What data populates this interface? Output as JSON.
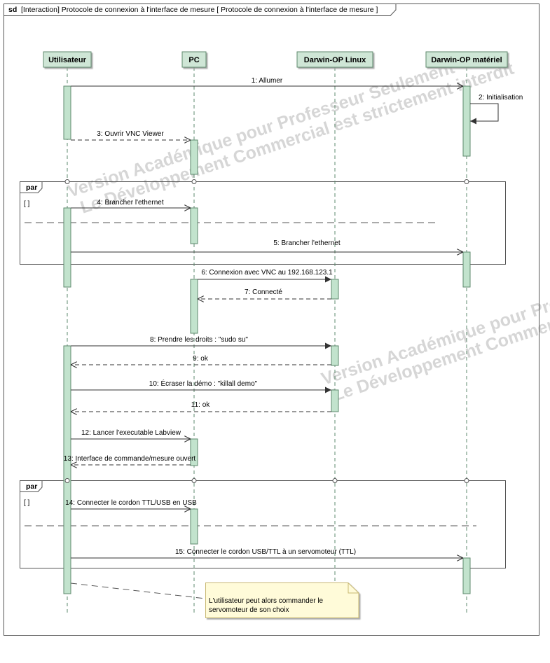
{
  "frame": {
    "kind": "sd",
    "title": "[Interaction]  Protocole de connexion à l'interface de mesure   [ Protocole de connexion à l'interface de mesure   ]"
  },
  "lifelines": [
    "Utilisateur",
    "PC",
    "Darwin-OP Linux",
    "Darwin-OP matériel"
  ],
  "messages": [
    "1: Allumer",
    "2: Initialisation",
    "3: Ouvrir VNC Viewer",
    "4: Brancher l'ethernet",
    "5: Brancher l'ethernet",
    "6: Connexion avec VNC au 192.168.123.1",
    "7: Connecté",
    "8: Prendre les droits : \"sudo su\"",
    "9: ok",
    "10: Écraser la démo : \"killall demo\"",
    "11: ok",
    "12: Lancer l'executable Labview",
    "13: Interface de commande/mesure ouvert",
    "14: Connecter le cordon TTL/USB en USB",
    "15: Connecter le cordon USB/TTL à un servomoteur (TTL)"
  ],
  "fragments": [
    {
      "operator": "par",
      "guard": "[ ]"
    },
    {
      "operator": "par",
      "guard": "[ ]"
    }
  ],
  "note": {
    "line1": "L'utilisateur peut alors commander le",
    "line2": "servomoteur de son choix"
  },
  "watermark": {
    "line1": "Version Académique pour Professeur Seulement",
    "line2": "Le Développement Commercial est strictement interdit",
    "line3": "Version Académique pour Professeur Seulement",
    "line4": "Le Développement Commercial est strictement interdit"
  },
  "colors": {
    "lifeline_fill": "#cfe6d6",
    "lifeline_border": "#5e8a6d",
    "activation_fill": "#c2e3cd",
    "note_fill": "#fffbd9",
    "note_border": "#c8b873",
    "watermark": "#d6d6d6"
  }
}
